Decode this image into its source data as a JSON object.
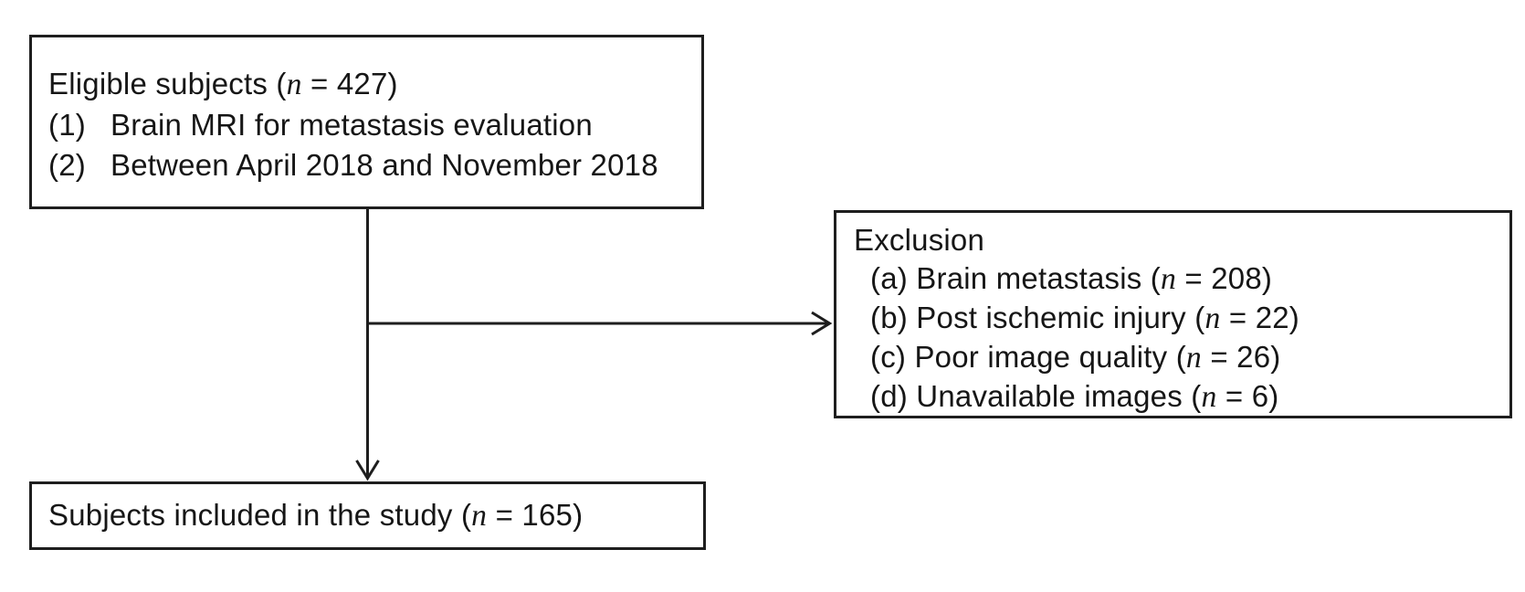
{
  "colors": {
    "background": "#ffffff",
    "box_border": "#1e1e1e",
    "text": "#161616",
    "arrow": "#1e1e1e"
  },
  "eligible_box": {
    "title": {
      "pre": "Eligible subjects (",
      "n": "n",
      "post": " = 427)"
    },
    "items": [
      {
        "marker": "(1)",
        "text": "Brain MRI for metastasis evaluation"
      },
      {
        "marker": "(2)",
        "text": "Between April 2018 and November 2018"
      }
    ]
  },
  "exclusion_box": {
    "title": "Exclusion",
    "items": [
      {
        "pre": "(a) Brain metastasis (",
        "n": "n",
        "post": " = 208)"
      },
      {
        "pre": "(b) Post ischemic injury (",
        "n": "n",
        "post": " = 22)"
      },
      {
        "pre": "(c) Poor image quality (",
        "n": "n",
        "post": " = 26)"
      },
      {
        "pre": "(d) Unavailable images (",
        "n": "n",
        "post": " = 6)"
      }
    ]
  },
  "included_box": {
    "title": {
      "pre": "Subjects included in the study (",
      "n": "n",
      "post": " = 165)"
    }
  }
}
